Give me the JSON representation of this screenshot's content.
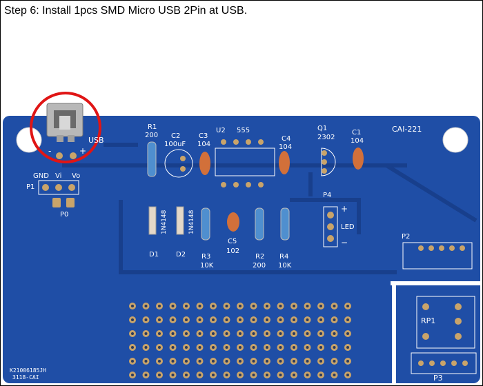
{
  "caption": "Step 6: Install 1pcs SMD Micro USB 2Pin at USB.",
  "board": {
    "model": "CAI-221",
    "labels": {
      "usb": "USB",
      "usb_minus": "-",
      "usb_plus": "+",
      "gnd": "GND",
      "vi": "Vi",
      "vo": "Vo",
      "p1": "P1",
      "p0": "P0",
      "r1": "R1",
      "r1_val": "200",
      "c2": "C2",
      "c2_val": "100uF",
      "c3": "C3",
      "c3_val": "104",
      "u2": "U2",
      "u2_val": "555",
      "c4": "C4",
      "c4_val": "104",
      "q1": "Q1",
      "q1_val": "2302",
      "c1": "C1",
      "c1_val": "104",
      "d1_val": "1N4148",
      "d2_val": "1N4148",
      "d1": "D1",
      "d2": "D2",
      "r3": "R3",
      "r3_val": "10K",
      "c5": "C5",
      "c5_val": "102",
      "r2": "R2",
      "r2_val": "200",
      "r4": "R4",
      "r4_val": "10K",
      "p4": "P4",
      "p4_plus": "+",
      "p4_minus": "−",
      "led": "LED",
      "p2": "P2",
      "rp1": "RP1",
      "p3": "P3",
      "code1": "K21006185JH",
      "code2": "3118-CAI"
    }
  },
  "colors": {
    "pcb": "#1f4ea6",
    "trace": "#1a4494",
    "pad": "#c9a46a",
    "highlight": "#e01515",
    "capacitor": "#d2703a",
    "resistor": "#4f8fcf"
  }
}
